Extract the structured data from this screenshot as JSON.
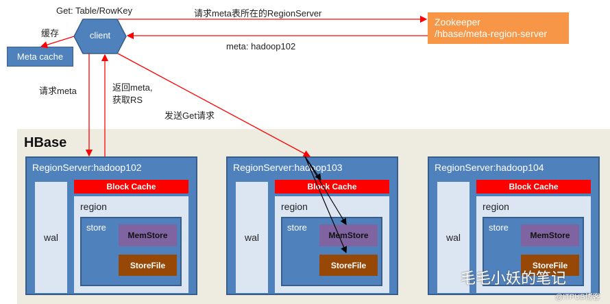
{
  "client": {
    "label": "client"
  },
  "meta_cache": {
    "label": "Meta cache"
  },
  "zookeeper": {
    "line1": "Zookeeper",
    "line2": "/hbase/meta-region-server"
  },
  "labels": {
    "get": "Get:  Table/RowKey",
    "cache": "缓存",
    "request_rs": "请求meta表所在的RegionServer",
    "meta_reply": "meta:  hadoop102",
    "request_meta": "请求meta",
    "return_meta1": "返回meta,",
    "return_meta2": "获取RS",
    "send_get": "发送Get请求"
  },
  "hbase": {
    "title": "HBase",
    "servers": [
      {
        "title": "RegionServer:hadoop102",
        "wal": "wal",
        "block_cache": "Block Cache",
        "region": "region",
        "store": "store",
        "memstore": "MemStore",
        "storefile": "StoreFile"
      },
      {
        "title": "RegionServer:hadoop103",
        "wal": "wal",
        "block_cache": "Block Cache",
        "region": "region",
        "store": "store",
        "memstore": "MemStore",
        "storefile": "StoreFile"
      },
      {
        "title": "RegionServer:hadoop104",
        "wal": "wal",
        "block_cache": "Block Cache",
        "region": "region",
        "store": "store",
        "memstore": "MemStore",
        "storefile": "StoreFile"
      }
    ]
  },
  "watermark": {
    "text": "毛毛小妖的笔记",
    "source": "@ITPUB博客"
  },
  "colors": {
    "server": "#4f81bd",
    "light": "#dce6f2",
    "block_cache": "#ff0000",
    "memstore": "#8064a2",
    "storefile": "#974806",
    "zookeeper": "#f79646",
    "arrow": "#ff0000"
  }
}
